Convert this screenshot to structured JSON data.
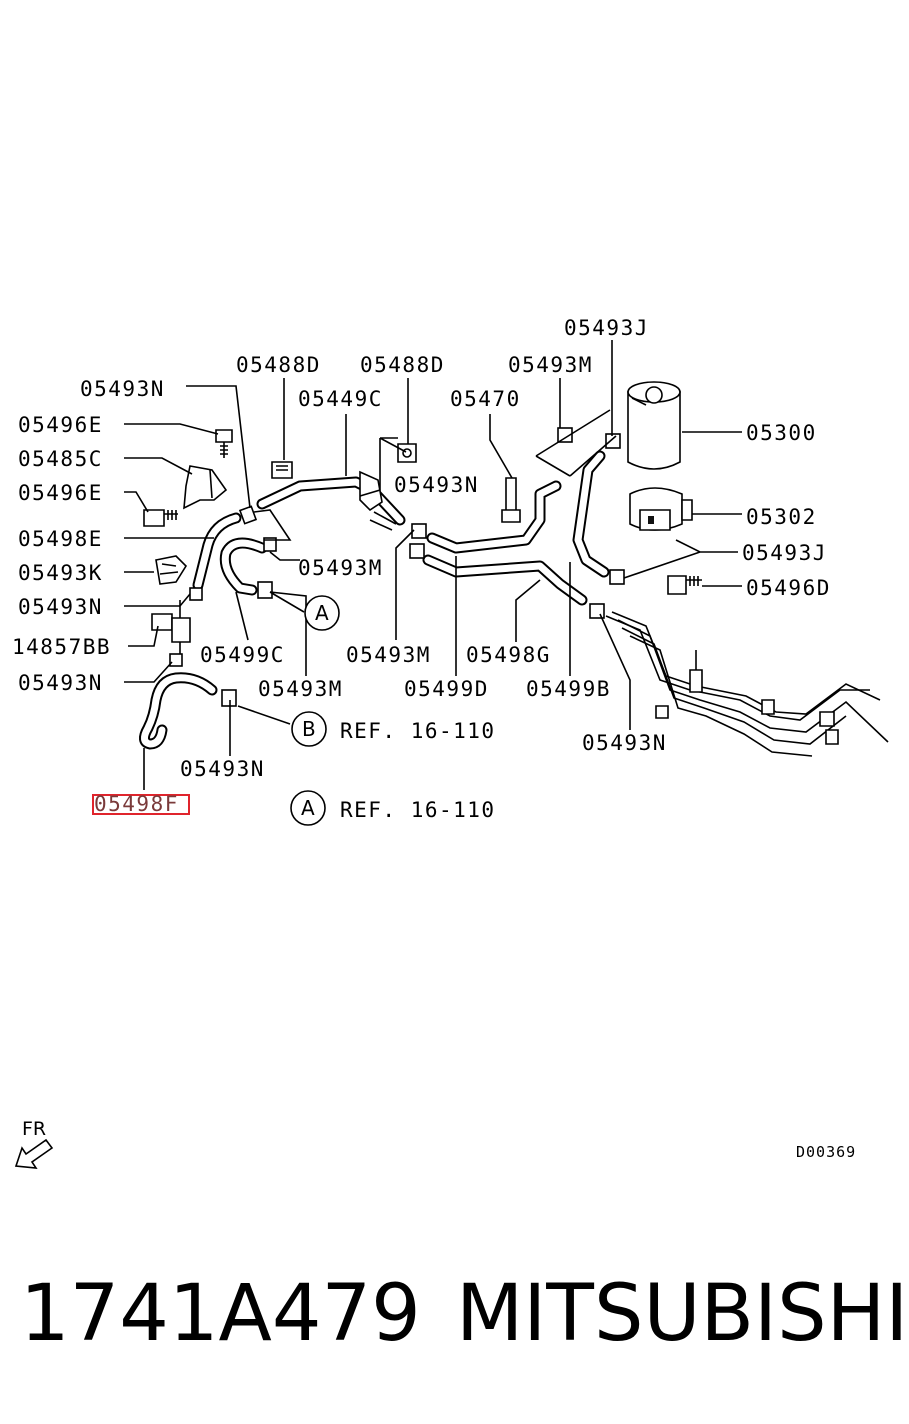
{
  "labels": {
    "l_05493J_top": "05493J",
    "l_05488D_a": "05488D",
    "l_05488D_b": "05488D",
    "l_05493M_top": "05493M",
    "l_05493N_a": "05493N",
    "l_05449C": "05449C",
    "l_05470": "05470",
    "l_05300": "05300",
    "l_05496E_a": "05496E",
    "l_05485C": "05485C",
    "l_05493N_b": "05493N",
    "l_05496E_b": "05496E",
    "l_05302": "05302",
    "l_05498E": "05498E",
    "l_05493J_b": "05493J",
    "l_05493M_b": "05493M",
    "l_05493K": "05493K",
    "l_05496D": "05496D",
    "l_05493N_c": "05493N",
    "l_14857BB": "14857BB",
    "l_05499C": "05499C",
    "l_05493M_c": "05493M",
    "l_05498G": "05498G",
    "l_05493N_d": "05493N",
    "l_05493M_d": "05493M",
    "l_05499D": "05499D",
    "l_05499B": "05499B",
    "l_05493N_e": "05493N",
    "l_05493N_f": "05493N",
    "l_05498F": "05498F"
  },
  "callouts": {
    "circle_a_1": "A",
    "circle_b": "B",
    "circle_a_2": "A",
    "ref_b": "REF. 16-110",
    "ref_a": "REF. 16-110"
  },
  "fr_label": "FR",
  "diagram_code": "D00369",
  "footer": {
    "part_number": "1741A479",
    "brand": "MITSUBISHI"
  },
  "highlight_color": "#e0242c"
}
